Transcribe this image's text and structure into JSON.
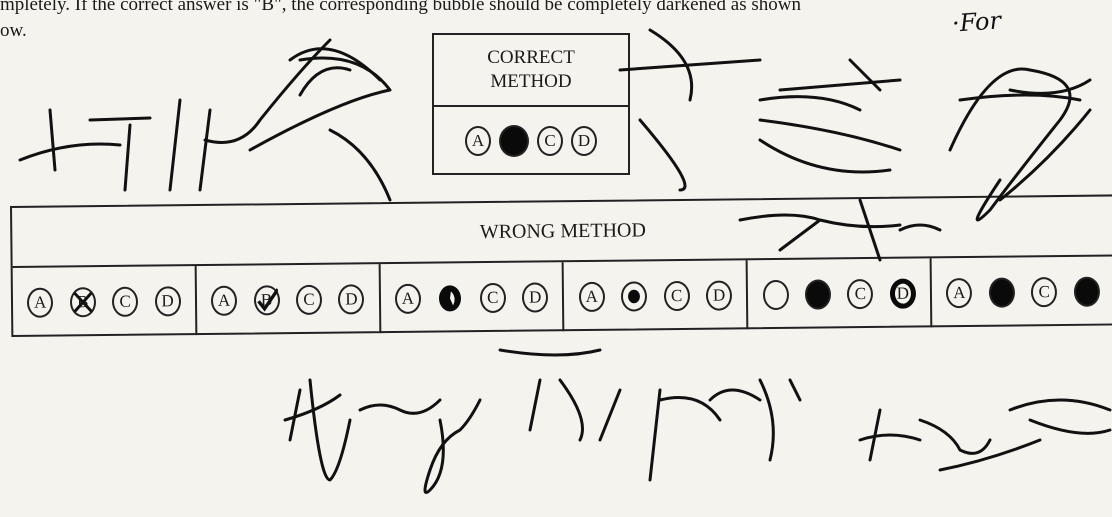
{
  "top_text": {
    "line1": "mpletely. If the correct answer is \"B\", the corresponding bubble should be completely darkened as shown",
    "line2": "ow.",
    "handwritten_note": "·For"
  },
  "correct_method": {
    "title_line1": "CORRECT",
    "title_line2": "METHOD",
    "bubbles": [
      "A",
      "",
      "C",
      "D"
    ]
  },
  "wrong_method": {
    "title": "WRONG METHOD",
    "groups": [
      {
        "bubbles": [
          "A",
          "B",
          "C",
          "D"
        ],
        "error": "crossed"
      },
      {
        "bubbles": [
          "A",
          "B",
          "C",
          "D"
        ],
        "error": "ticked"
      },
      {
        "bubbles": [
          "A",
          "",
          "C",
          "D"
        ],
        "error": "half-filled"
      },
      {
        "bubbles": [
          "A",
          "",
          "C",
          "D"
        ],
        "error": "dot"
      },
      {
        "bubbles": [
          "",
          "",
          "C",
          "D"
        ],
        "error": "multiple-filled"
      },
      {
        "bubbles": [
          "A",
          "",
          "C",
          ""
        ],
        "error": "two-filled"
      }
    ]
  },
  "colors": {
    "ink": "#1a1a1a",
    "paper": "#f4f3ee"
  }
}
